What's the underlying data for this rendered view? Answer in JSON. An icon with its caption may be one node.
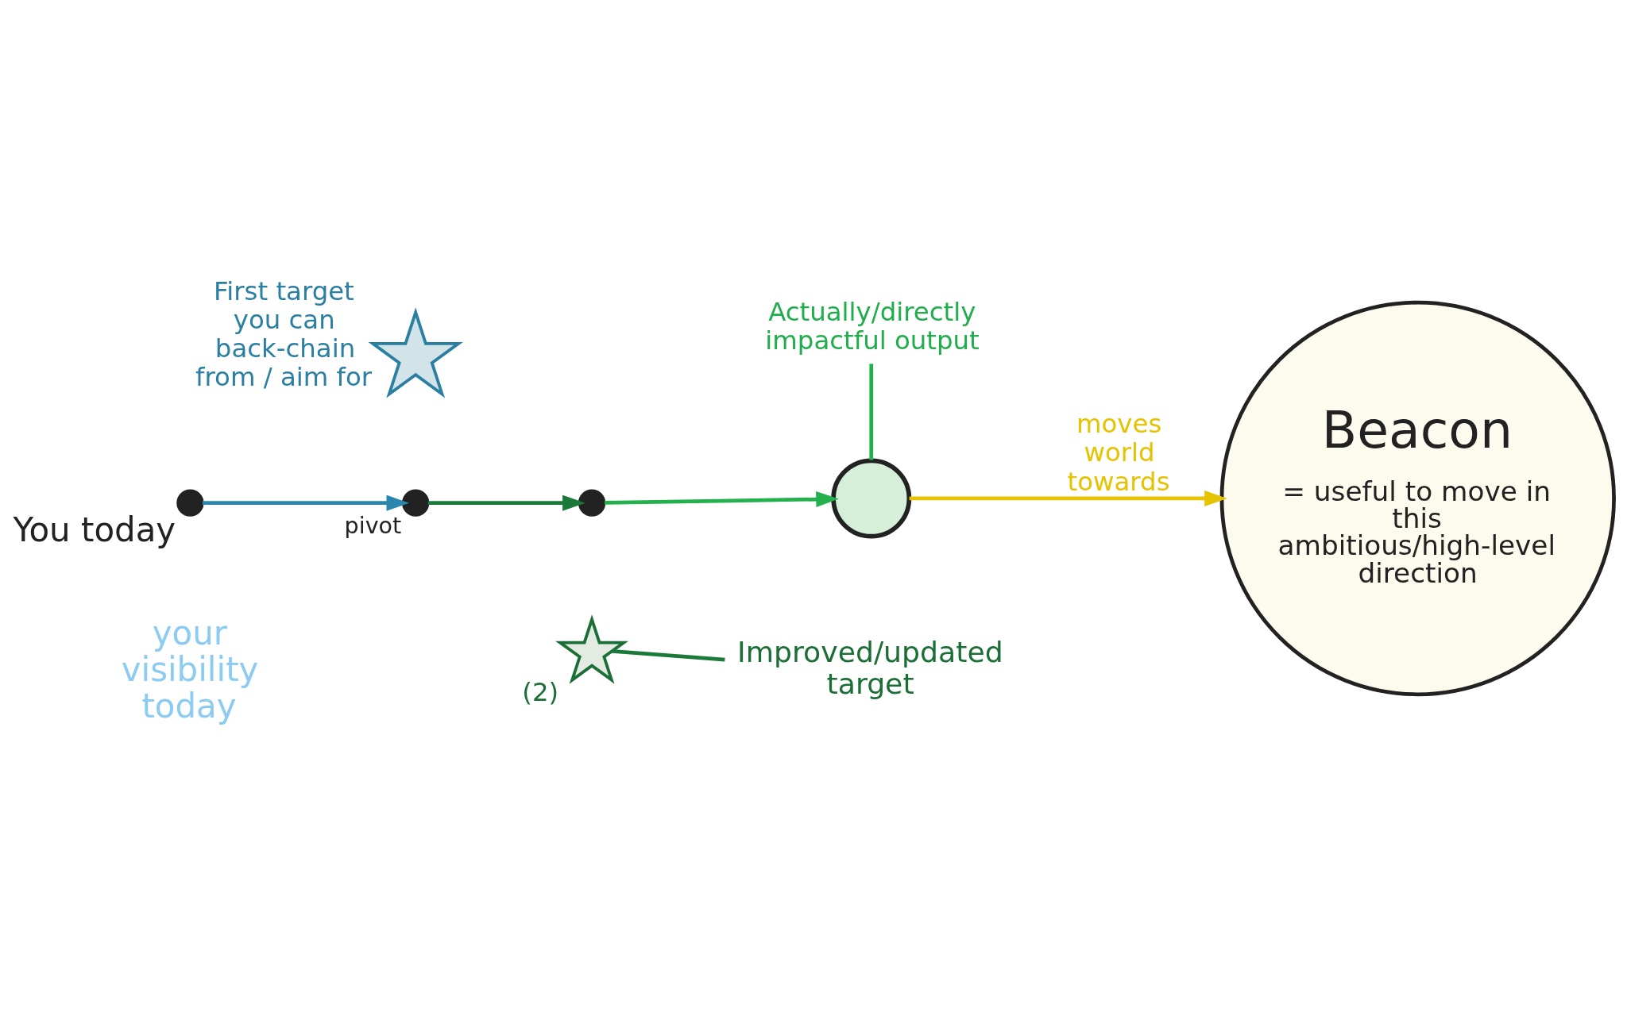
{
  "diagram": {
    "nodes": [
      {
        "text": [],
        "shape": "circle",
        "beside": [
          "You today"
        ]
      },
      {
        "text": [],
        "shape": "star",
        "beside": [
          "First target you can back-chain from / aim for"
        ]
      },
      {
        "text": [],
        "shape": "circle",
        "beside": [
          "pivot"
        ]
      },
      {
        "text": [],
        "shape": "circle"
      },
      {
        "text": [
          "Actually/directly impactful output"
        ]
      },
      {
        "text": [],
        "shape": "circle"
      },
      {
        "text": [
          "Beacon",
          "= useful to move in this ambitious/high-level direction"
        ]
      },
      {
        "text": [],
        "shape": "star",
        "beside": [
          "(2)"
        ]
      },
      {
        "text": [
          "Improved/updated target"
        ]
      }
    ],
    "edges": [
      {
        "from": 0,
        "to": 2,
        "arrow": "to",
        "color": "#2a86ad"
      },
      {
        "from": 2,
        "to": 3,
        "arrow": "to",
        "color": "#1b7a3a"
      },
      {
        "from": 3,
        "to": 5,
        "arrow": "to",
        "color": "#22b14c"
      },
      {
        "from": 5,
        "to": 6,
        "arrow": "to",
        "label": "moves world towards",
        "color": "#e6c200"
      },
      {
        "from": 4,
        "to": 5,
        "arrow": "none",
        "color": "#22b14c"
      },
      {
        "from": 8,
        "to": 7,
        "arrow": "none",
        "color": "#1b7a3a"
      }
    ],
    "labels": [
      "your visibility today"
    ]
  }
}
